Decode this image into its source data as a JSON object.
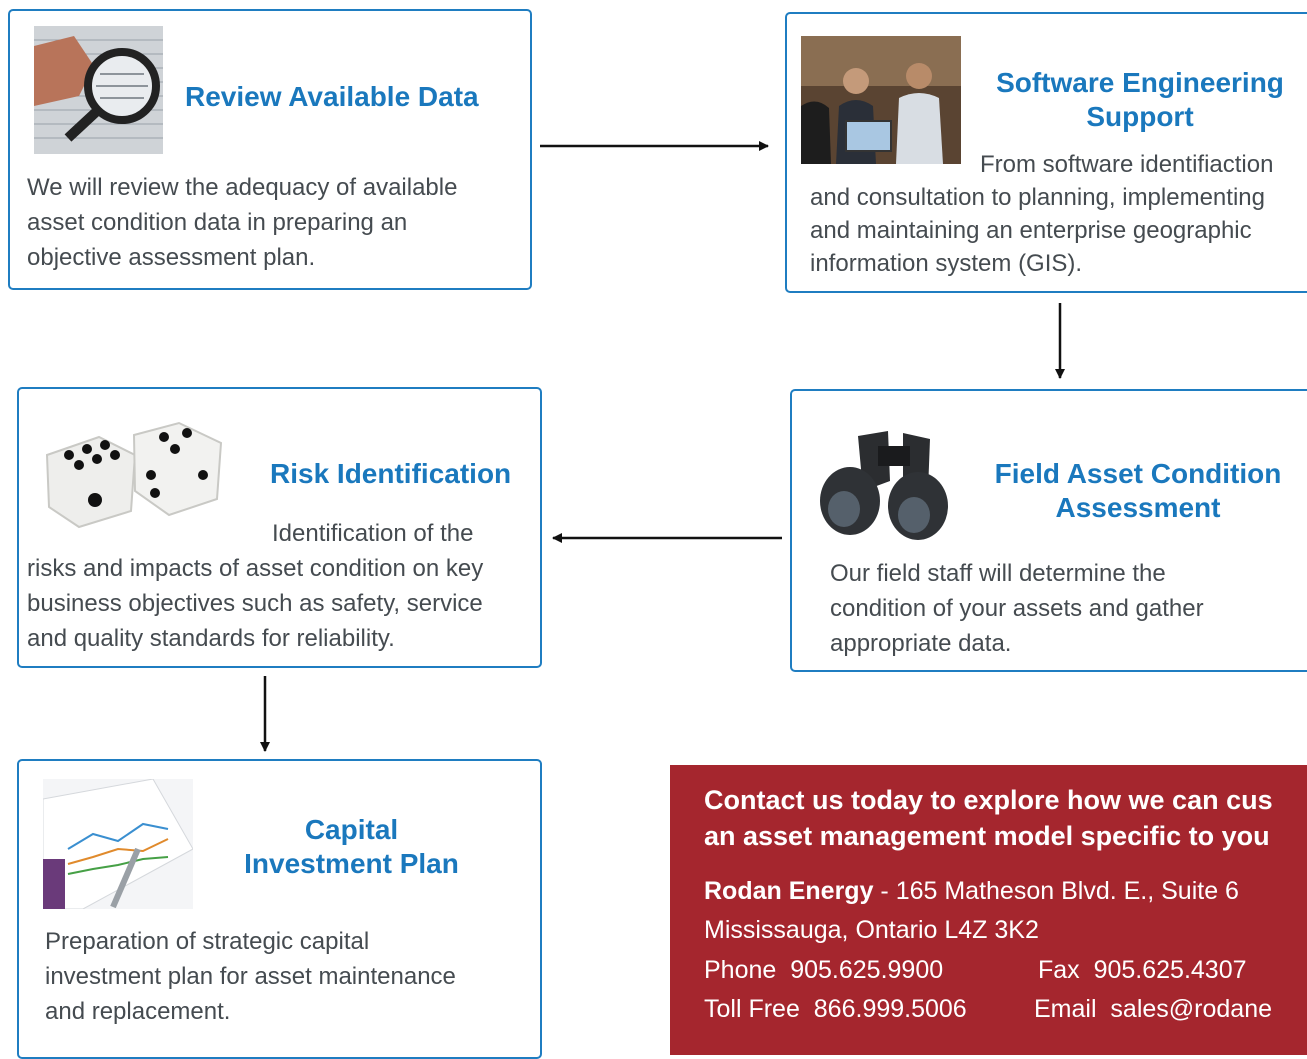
{
  "steps": {
    "review": {
      "title": "Review Available Data",
      "body": [
        "We will review the adequacy of available",
        "asset condition data in preparing an",
        "objective assessment plan."
      ],
      "icon": "magnifying-glass-photo"
    },
    "software": {
      "title_lines": [
        "Software Engineering",
        "Support"
      ],
      "body": [
        "From software identifiaction",
        "and consultation to planning, implementing",
        "and maintaining an enterprise geographic",
        "information system (GIS)."
      ],
      "icon": "business-meeting-photo"
    },
    "field": {
      "title_lines": [
        "Field Asset Condition",
        "Assessment"
      ],
      "body": [
        "Our field staff will determine the",
        "condition of your assets and gather",
        "appropriate data."
      ],
      "icon": "binoculars-photo"
    },
    "risk": {
      "title": "Risk Identification",
      "body": [
        "Identification of the",
        "risks and impacts of asset condition on key",
        "business objectives such as safety, service",
        "and quality standards for reliability."
      ],
      "icon": "dice-photo"
    },
    "capital": {
      "title_lines": [
        "Capital",
        "Investment Plan"
      ],
      "body": [
        "Preparation of strategic capital",
        "investment plan for asset maintenance",
        "and replacement."
      ],
      "icon": "chart-and-pen-photo"
    }
  },
  "contact": {
    "headline": [
      "Contact us today to explore how we can cus",
      "an asset management model specific to you"
    ],
    "company": "Rodan Energy",
    "address1_rest": " - 165 Matheson Blvd. E., Suite 6",
    "address2": "Mississauga, Ontario  L4Z 3K2",
    "phone_label": "Phone",
    "phone": "905.625.9900",
    "fax_label": "Fax",
    "fax": "905.625.4307",
    "tollfree_label": "Toll Free",
    "tollfree": "866.999.5006",
    "email_label": "Email",
    "email": "sales@rodane",
    "background_color": "#a5262e"
  },
  "colors": {
    "accent": "#1a78bd",
    "border": "#1f7dc1",
    "text": "#454b50"
  }
}
